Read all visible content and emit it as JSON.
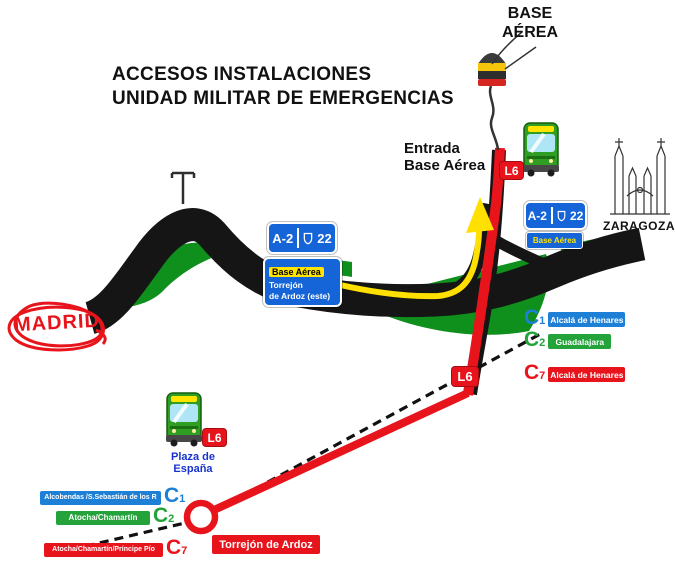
{
  "title": {
    "line1": "ACCESOS INSTALACIONES",
    "line2": "UNIDAD MILITAR DE EMERGENCIAS"
  },
  "base_aerea": {
    "line1": "BASE",
    "line2": "AÉREA"
  },
  "entrada": {
    "line1": "Entrada",
    "line2": "Base Aérea"
  },
  "madrid": "MADRID",
  "zaragoza": "ZARAGOZA",
  "bus_line": "L6",
  "plaza": {
    "line1": "Plaza de",
    "line2": "España"
  },
  "station": "Torrejón de Ardoz",
  "sign_west": {
    "road": "A-2",
    "exit": "22",
    "highlight": "Base Aérea",
    "dest1": "Torrejón",
    "dest2": "de Ardoz (este)"
  },
  "sign_east": {
    "road": "A-2",
    "exit": "22",
    "dest": "Base Aérea"
  },
  "lines_west": [
    {
      "id": "C1",
      "label": "Alcobendas /S.Sebastián de los R"
    },
    {
      "id": "C2",
      "label": "Atocha/Chamartín"
    },
    {
      "id": "C7",
      "label": "Atocha/Chamartín/Príncipe Pío"
    }
  ],
  "lines_east": [
    {
      "id": "C1",
      "label": "Alcalá de Henares"
    },
    {
      "id": "C2",
      "label": "Guadalajara"
    },
    {
      "id": "C7",
      "label": "Alcalá de Henares"
    }
  ],
  "colors": {
    "cercanias_c1": "#1e7fd6",
    "cercanias_c2": "#23a33a",
    "cercanias_c7": "#e8141c",
    "bus_l6": "#e8141c",
    "sign_blue": "#1565d8",
    "map_green": "#0f8f1c",
    "route_yellow": "#ffe000",
    "road_black": "#151515"
  }
}
